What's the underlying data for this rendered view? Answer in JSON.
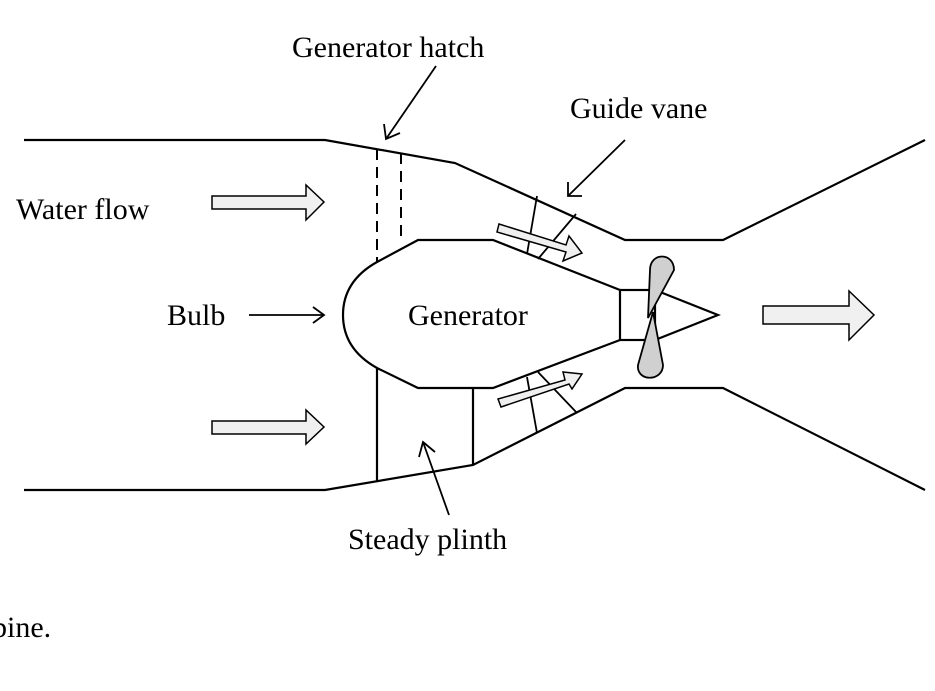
{
  "diagram": {
    "title": "Bulb turbine schematic",
    "labels": {
      "generator_hatch": "Generator hatch",
      "guide_vane": "Guide vane",
      "water_flow": "Water flow",
      "bulb": "Bulb",
      "generator": "Generator",
      "steady_plinth": "Steady plinth"
    },
    "colors": {
      "line": "#000000",
      "flow_arrow_fill": "#f0f0f0",
      "runner_blade_fill": "#d0d0d0",
      "background": "#ffffff"
    }
  },
  "caption": {
    "fragment": "bine."
  }
}
